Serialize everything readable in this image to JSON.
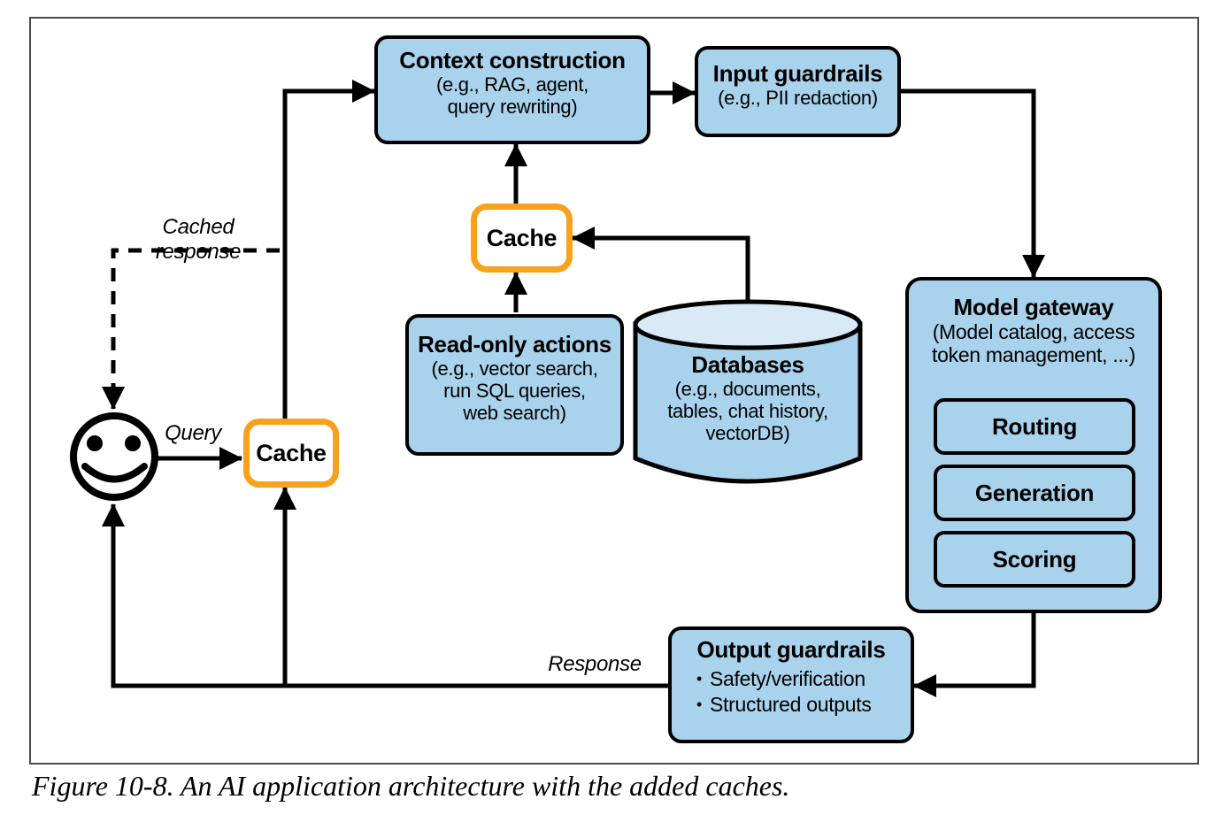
{
  "figure_caption": "Figure 10-8. An AI application architecture with the added caches.",
  "nodes": {
    "context_construction": {
      "title": "Context construction",
      "subtitle": "(e.g., RAG, agent,\nquery rewriting)"
    },
    "input_guardrails": {
      "title": "Input guardrails",
      "subtitle": "(e.g., PII redaction)"
    },
    "prompt_cache": {
      "label": "Cache"
    },
    "query_cache": {
      "label": "Cache"
    },
    "read_only_actions": {
      "title": "Read-only actions",
      "subtitle": "(e.g., vector search,\nrun SQL queries,\nweb search)"
    },
    "databases": {
      "title": "Databases",
      "subtitle": "(e.g., documents,\ntables, chat history,\nvectorDB)"
    },
    "model_gateway": {
      "title": "Model gateway",
      "subtitle": "(Model catalog, access\ntoken management, ...)",
      "components": [
        "Routing",
        "Generation",
        "Scoring"
      ]
    },
    "output_guardrails": {
      "title": "Output guardrails",
      "bullet_char": "•",
      "bullets": [
        "Safety/verification",
        "Structured outputs"
      ]
    }
  },
  "edge_labels": {
    "cached_response": "Cached response",
    "query": "Query",
    "response": "Response"
  },
  "colors": {
    "node_fill": "#a9d3ec",
    "cylinder_top_fill": "#d9e9f6",
    "cache_border_orange": "#f7a11d",
    "line_black": "#000000",
    "frame_border": "#4a4a4a"
  }
}
